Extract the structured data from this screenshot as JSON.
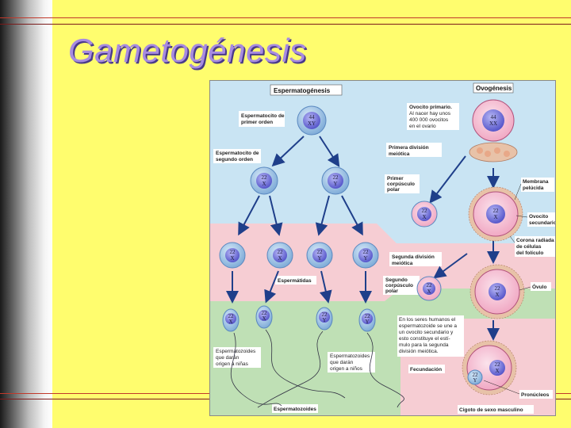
{
  "slide": {
    "title": "Gametogénesis"
  },
  "figure": {
    "spermatogenesis_header": "Espermatogénesis",
    "oogenesis_header": "Ovogénesis",
    "labels": {
      "primary_spermatocyte": [
        "Espermatocito de",
        "primer orden"
      ],
      "secondary_spermatocyte": [
        "Espermatocito de",
        "segundo orden"
      ],
      "primary_oocyte": [
        "Ovocito primario.",
        "Al nacer hay unos",
        "400 000 ovocitos",
        "en el ovario"
      ],
      "first_meiotic_division": [
        "Primera división",
        "meiótica"
      ],
      "first_polar_body": [
        "Primer",
        "corpúsculo",
        "polar"
      ],
      "zona_pellucida": [
        "Membrana",
        "pelúcida"
      ],
      "secondary_oocyte": [
        "Ovocito",
        "secundario"
      ],
      "corona_radiata": [
        "Corona radiada",
        "de células",
        "del folículo"
      ],
      "spermatids": "Espermátidas",
      "second_meiotic_division": [
        "Segunda división",
        "meiótica"
      ],
      "second_polar_body": [
        "Segundo",
        "corpúsculo",
        "polar"
      ],
      "ovum": "Óvulo",
      "human_note": [
        "En los seres humanos el",
        "espermatozoide se une a",
        "un ovocito secundario y",
        "esto constituye el estí-",
        "mulo para la segunda",
        "división meiótica."
      ],
      "sperm_girls": [
        "Espermatozoides",
        "que darán",
        "origen a niñas"
      ],
      "sperm_boys": [
        "Espermatozoides",
        "que darán",
        "origen a niños"
      ],
      "fertilization": "Fecundación",
      "pronuclei": "Pronúcleos",
      "spermatozoa": "Espermatozoides",
      "male_zygote": "Cigoto de sexo masculino"
    },
    "chromosomes": {
      "diploid_top": "44",
      "diploid_bottom": "XY",
      "oocyte_top": "44",
      "oocyte_bottom": "XX",
      "haploid_top": "22",
      "x": "X",
      "y": "Y"
    },
    "colors": {
      "top_band": "#c9e4f3",
      "middle_band": "#f6cdd3",
      "bottom_band": "#bfe0b5",
      "cell_outer": "#8eb8e0",
      "nucleus": "#6a6ad8",
      "arrow": "#1f3f8a",
      "egg_outer": "#f3c3d6",
      "corona": "#e8c2a8"
    }
  }
}
